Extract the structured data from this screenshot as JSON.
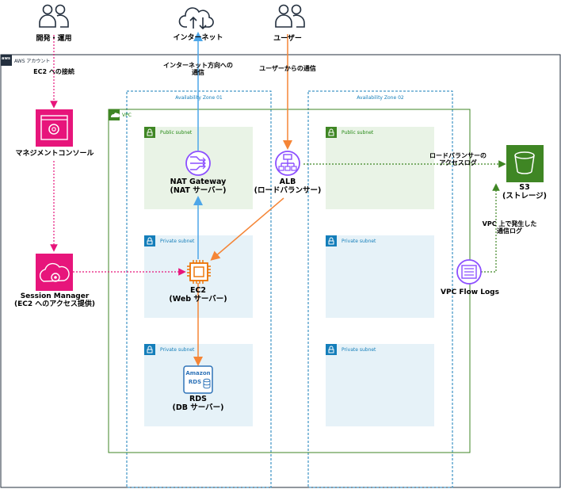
{
  "actors": {
    "dev_ops": "開発・運用",
    "internet": "インターネット",
    "user": "ユーザー"
  },
  "flows": {
    "to_internet_1": "インターネット方向への",
    "to_internet_2": "通信",
    "from_user": "ユーザーからの通信",
    "ec2_connect": "EC2 への接続",
    "alb_logs_1": "ロードバランサーの",
    "alb_logs_2": "アクセスログ",
    "vpc_logs_1": "VPC 上で発生した",
    "vpc_logs_2": "通信ログ"
  },
  "groups": {
    "account": "AWS アカウント",
    "vpc": "VPC",
    "az1": "Availability Zone 01",
    "az2": "Availability Zone 02",
    "public_subnet": "Public subnet",
    "private_subnet": "Private subnet"
  },
  "services": {
    "console": "マネジメントコンソール",
    "session_manager_1": "Session Manager",
    "session_manager_2": "(EC2 へのアクセス提供)",
    "nat_1": "NAT Gateway",
    "nat_2": "(NAT サーバー)",
    "alb_1": "ALB",
    "alb_2": "(ロードバランサー)",
    "ec2_1": "EC2",
    "ec2_2": "(Web サーバー)",
    "rds_1": "RDS",
    "rds_2": "(DB サーバー)",
    "rds_icon_text_1": "Amazon",
    "rds_icon_text_2": "RDS",
    "s3_1": "S3",
    "s3_2": "(ストレージ)",
    "flowlogs": "VPC Flow Logs",
    "aws_badge": "aws"
  },
  "colors": {
    "az_border": "#147eba",
    "vpc_border": "#3f8624",
    "public_fill": "#e9f3e6",
    "private_fill": "#e6f2f8",
    "compute_orange": "#ed7100",
    "network_purple": "#8c4fff",
    "management_pink": "#e7157b",
    "storage_green": "#3f8624",
    "arrow_blue": "#4da6e8",
    "arrow_orange": "#f58536",
    "arrow_pink": "#e7157b",
    "arrow_green": "#3f8624"
  }
}
